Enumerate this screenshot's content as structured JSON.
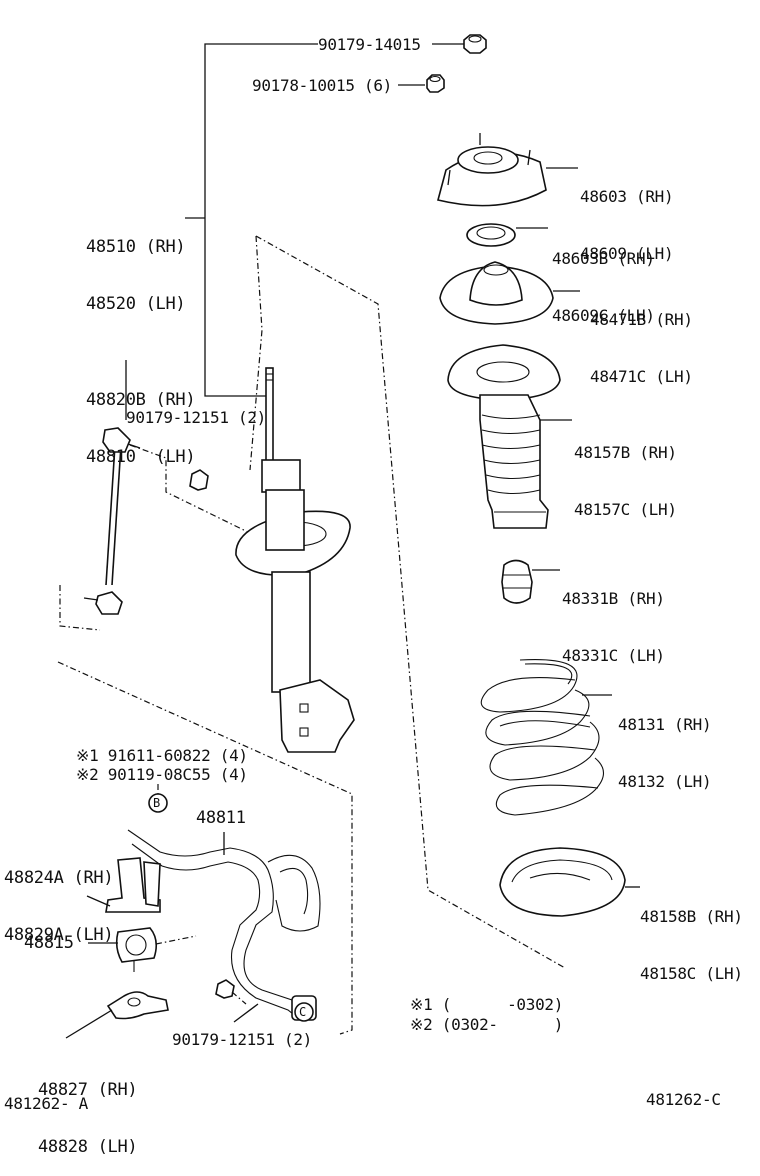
{
  "labels": {
    "nut_top": "90179-14015",
    "nut_small": "90178-10015 (6)",
    "shock_rh": "48510 (RH)",
    "shock_lh": "48520 (LH)",
    "link_rh": "48820B (RH)",
    "link_lh": "48810  (LH)",
    "link_nut": "90179-12151 (2)",
    "mount_rh": "48603 (RH)",
    "mount_lh": "48609 (LH)",
    "bearing_rh": "48603B (RH)",
    "bearing_lh": "48609C (LH)",
    "seat_rh": "48471B (RH)",
    "seat_lh": "48471C (LH)",
    "boot_rh": "48157B (RH)",
    "boot_lh": "48157C (LH)",
    "bumper_rh": "48331B (RH)",
    "bumper_lh": "48331C (LH)",
    "spring_rh": "48131 (RH)",
    "spring_lh": "48132 (LH)",
    "insulator_rh": "48158B (RH)",
    "insulator_lh": "48158C (LH)",
    "bolt1": "※1 91611-60822 (4)",
    "bolt2": "※2 90119-08C55 (4)",
    "callout_b": "B",
    "callout_c": "C",
    "stabilizer": "48811",
    "bracket_rh": "48824A (RH)",
    "bracket_lh": "48829A (LH)",
    "bushing": "48815",
    "clamp_rh": "48827 (RH)",
    "clamp_lh": "48828 (LH)",
    "stab_nut": "90179-12151 (2)",
    "note1": "※1 (      -0302)",
    "note2": "※2 (0302-      )",
    "code_left": "481262- A",
    "code_right": "481262-C"
  }
}
